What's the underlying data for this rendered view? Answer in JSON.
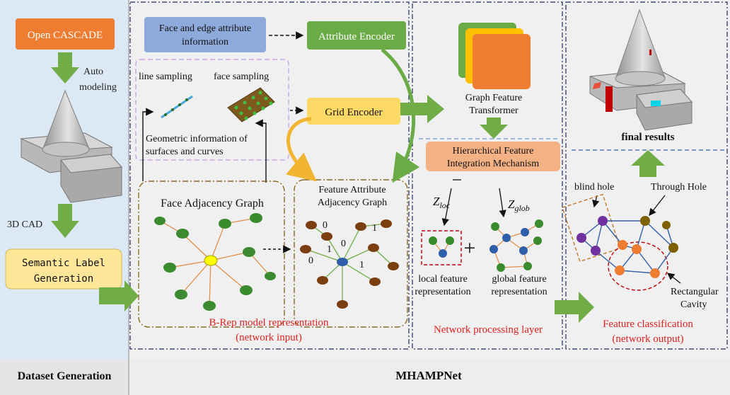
{
  "panels": {
    "dataset_title": "Dataset Generation",
    "network_title": "MHAMPNet"
  },
  "dataset": {
    "open_cascade": "Open CASCADE",
    "auto": "Auto",
    "modeling": "modeling",
    "cad_label": "3D CAD",
    "semantic_line1": "Semantic Label",
    "semantic_line2": "Generation"
  },
  "brep": {
    "face_edge_line1": "Face and edge attribute",
    "face_edge_line2": "information",
    "attribute_encoder": "Attribute Encoder",
    "line_sampling": "line sampling",
    "face_sampling": "face sampling",
    "geo_line1": "Geometric information of",
    "geo_line2": "surfaces and curves",
    "grid_encoder": "Grid Encoder",
    "fag_title": "Face Adjacency Graph",
    "faag_line1": "Feature Attribute",
    "faag_line2": "Adjacency Graph",
    "edge_labels": [
      "0",
      "1",
      "1",
      "0",
      "0",
      "1"
    ],
    "caption_line1": "B-Rep model representation",
    "caption_line2": "(network input)"
  },
  "processing": {
    "gft_line1": "Graph Feature",
    "gft_line2": "Transformer",
    "hfim_line1": "Hierarchical Feature",
    "hfim_line2": "Integration Mechanism",
    "z_loc_main": "Z",
    "z_loc_sub": "loc",
    "z_glob_main": "Z",
    "z_glob_sub": "glob",
    "plus": "+",
    "local_line1": "local feature",
    "local_line2": "representation",
    "global_line1": "global feature",
    "global_line2": "representation",
    "caption": "Network processing layer"
  },
  "output": {
    "final_results": "final results",
    "blind_hole": "blind hole",
    "through_hole": "Through Hole",
    "rect_line1": "Rectangular",
    "rect_line2": "Cavity",
    "caption_line1": "Feature classification",
    "caption_line2": "(network output)"
  },
  "colors": {
    "orange_box": "#ee7d31",
    "blue_box": "#8eaadb",
    "green_box": "#6aab46",
    "yellow_box": "#ffd966",
    "peach_box": "#f4b183",
    "arrow_green": "#70ad47",
    "caption_red": "#e02020",
    "panel_left_bg": "#dce9f5",
    "panel_bg": "#f0f0f0"
  }
}
